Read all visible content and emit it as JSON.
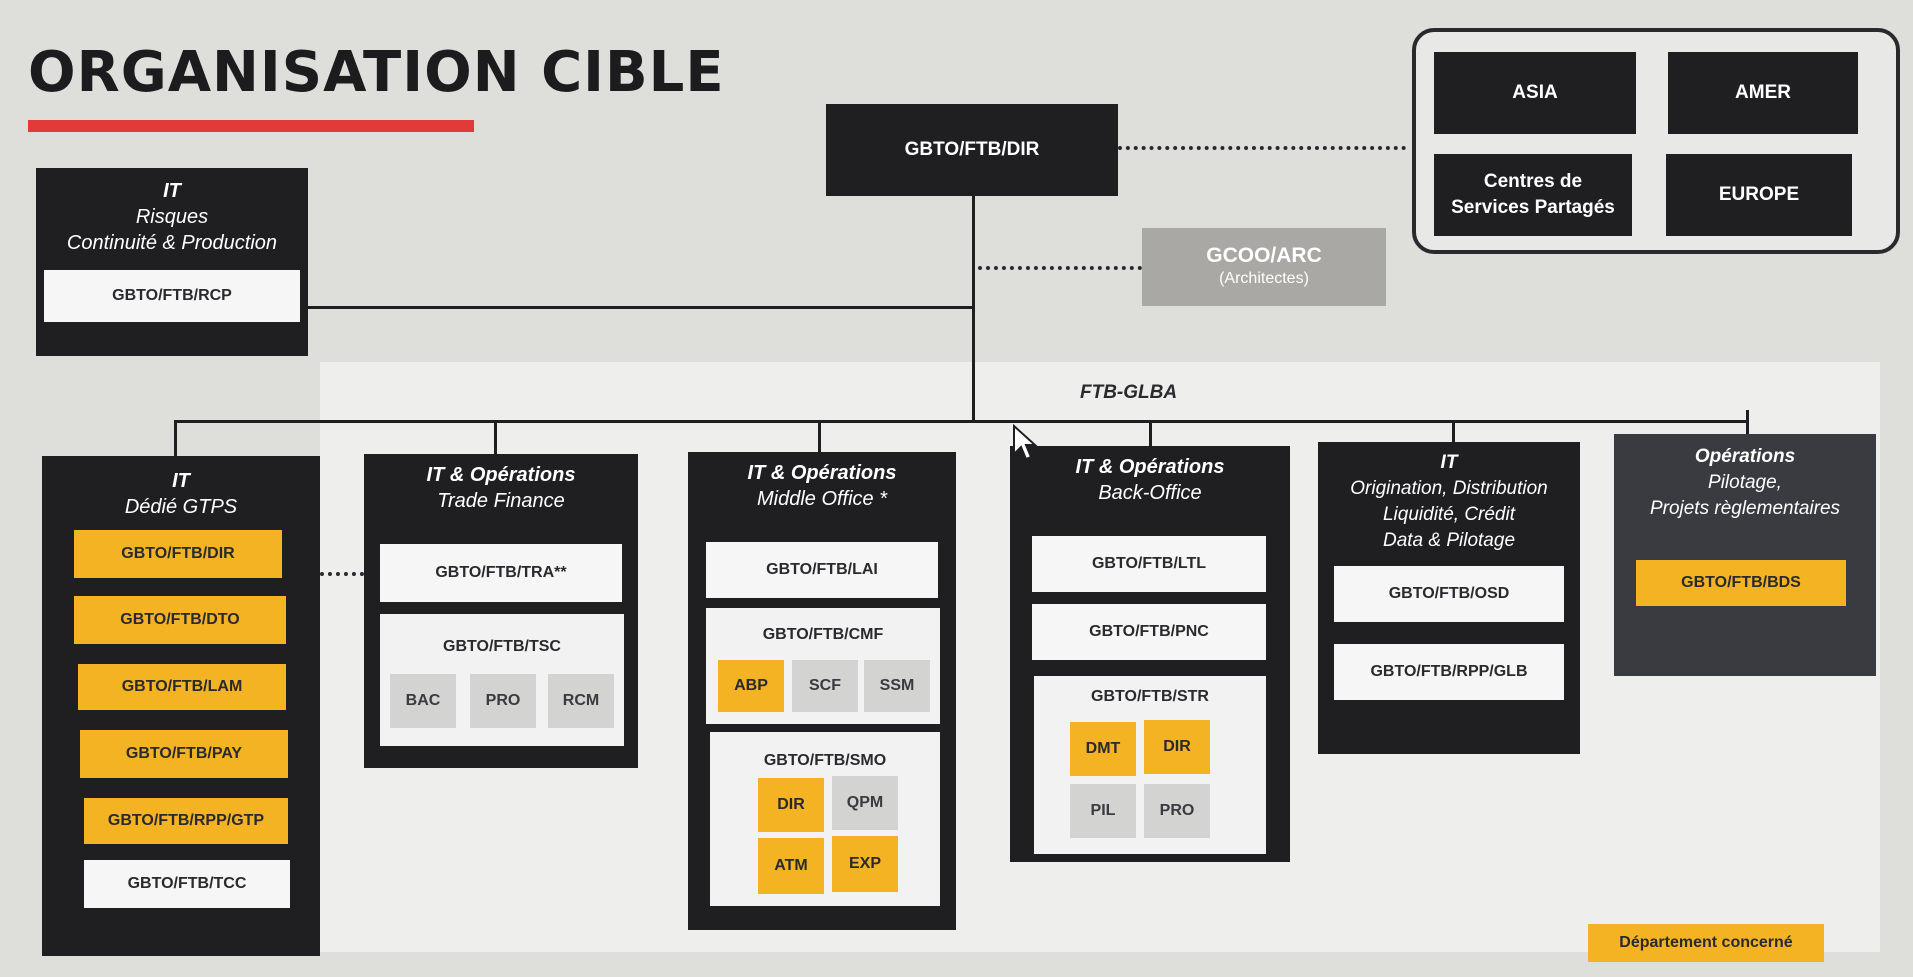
{
  "header": {
    "title": "ORGANISATION CIBLE"
  },
  "top": {
    "dir": "GBTO/FTB/DIR",
    "gcoo": {
      "name": "GCOO/ARC",
      "sub": "(Architectes)"
    },
    "glba_label": "FTB-GLBA"
  },
  "regions": {
    "asia": "ASIA",
    "amer": "AMER",
    "csp": "Centres de Services Partagés",
    "europe": "EUROPE"
  },
  "rcp": {
    "title_1": "IT",
    "title_2": "Risques",
    "title_3": "Continuité & Production",
    "unit": "GBTO/FTB/RCP"
  },
  "gtps": {
    "title_1": "IT",
    "title_2": "Dédié GTPS",
    "units": [
      "GBTO/FTB/DIR",
      "GBTO/FTB/DTO",
      "GBTO/FTB/LAM",
      "GBTO/FTB/PAY",
      "GBTO/FTB/RPP/GTP",
      "GBTO/FTB/TCC"
    ]
  },
  "trade": {
    "title_1": "IT & Opérations",
    "title_2": "Trade Finance",
    "tra": "GBTO/FTB/TRA**",
    "tsc": "GBTO/FTB/TSC",
    "tsc_subs": [
      "BAC",
      "PRO",
      "RCM"
    ]
  },
  "middle": {
    "title_1": "IT & Opérations",
    "title_2": "Middle Office *",
    "lai": "GBTO/FTB/LAI",
    "cmf": "GBTO/FTB/CMF",
    "cmf_subs": [
      "ABP",
      "SCF",
      "SSM"
    ],
    "smo": "GBTO/FTB/SMO",
    "smo_subs": [
      "DIR",
      "QPM",
      "ATM",
      "EXP"
    ]
  },
  "back": {
    "title_1": "IT & Opérations",
    "title_2": "Back-Office",
    "ltl": "GBTO/FTB/LTL",
    "pnc": "GBTO/FTB/PNC",
    "str": "GBTO/FTB/STR",
    "str_subs": [
      "DMT",
      "DIR",
      "PIL",
      "PRO"
    ]
  },
  "origination": {
    "title_1": "IT",
    "title_2": "Origination, Distribution",
    "title_3": "Liquidité, Crédit",
    "title_4": "Data & Pilotage",
    "osd": "GBTO/FTB/OSD",
    "glb": "GBTO/FTB/RPP/GLB"
  },
  "operations": {
    "title_1": "Opérations",
    "title_2": "Pilotage,",
    "title_3": "Projets règlementaires",
    "bds": "GBTO/FTB/BDS"
  },
  "legend": {
    "label": "Département concerné"
  },
  "colors": {
    "accent": "#f4b323",
    "dark": "#1f1f22",
    "red": "#e23a36"
  }
}
